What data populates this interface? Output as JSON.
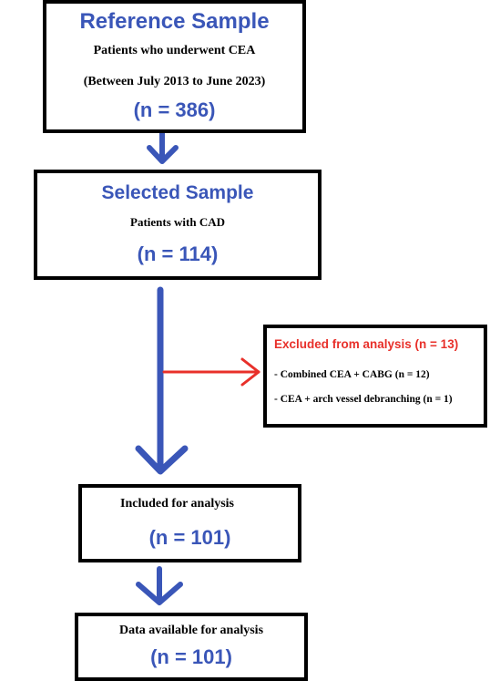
{
  "colors": {
    "accent_blue": "#3a56b8",
    "accent_red": "#e8302a",
    "border": "#000000"
  },
  "reference": {
    "title": "Reference Sample",
    "line1": "Patients who underwent CEA",
    "line2": "(Between July 2013 to June 2023)",
    "count": "(n = 386)"
  },
  "selected": {
    "title": "Selected Sample",
    "line1": "Patients with CAD",
    "count": "(n = 114)"
  },
  "excluded": {
    "title": "Excluded from analysis (n = 13)",
    "items": [
      "- Combined CEA + CABG (n = 12)",
      "- CEA + arch vessel debranching (n = 1)"
    ]
  },
  "included": {
    "title": "Included for analysis",
    "count": "(n = 101)"
  },
  "available": {
    "title": "Data available for analysis",
    "count": "(n = 101)"
  }
}
